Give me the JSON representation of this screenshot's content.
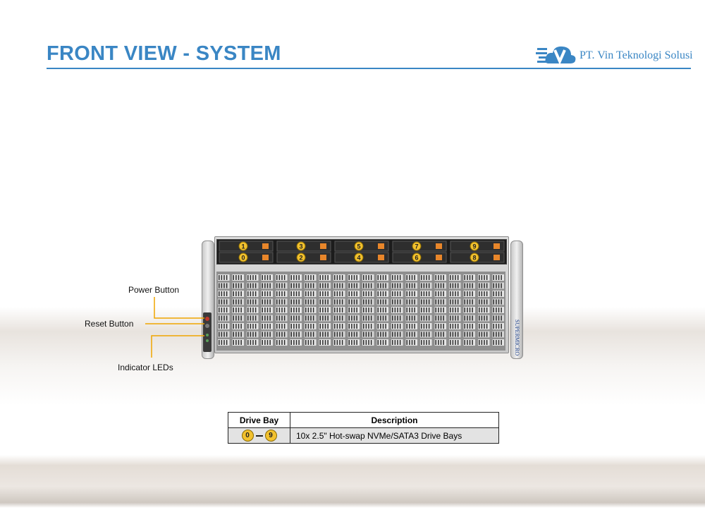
{
  "header": {
    "title": "FRONT VIEW - SYSTEM",
    "logo_text": "PT. Vin Teknologi Solusi",
    "accent_color": "#3a86c4"
  },
  "server": {
    "brand": "SUPERMICRO",
    "drive_bays": [
      {
        "top": "1",
        "bottom": "0"
      },
      {
        "top": "3",
        "bottom": "2"
      },
      {
        "top": "5",
        "bottom": "4"
      },
      {
        "top": "7",
        "bottom": "6"
      },
      {
        "top": "9",
        "bottom": "8"
      }
    ]
  },
  "callouts": {
    "power": "Power Button",
    "reset": "Reset Button",
    "leds": "Indicator LEDs",
    "line_color": "#f0a500"
  },
  "table": {
    "headers": [
      "Drive Bay",
      "Description"
    ],
    "row": {
      "bay_from": "0",
      "bay_to": "9",
      "description": "10x 2.5\" Hot-swap NVMe/SATA3 Drive Bays"
    }
  }
}
